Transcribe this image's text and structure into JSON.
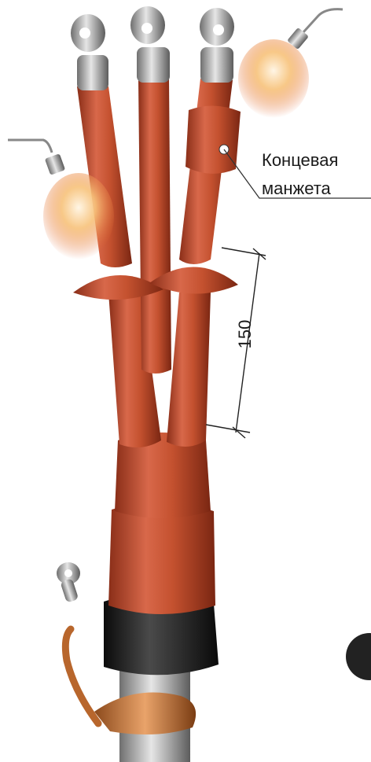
{
  "labels": {
    "cuff_line1": "Концевая",
    "cuff_line2": "манжета",
    "dimension": "150"
  }
}
